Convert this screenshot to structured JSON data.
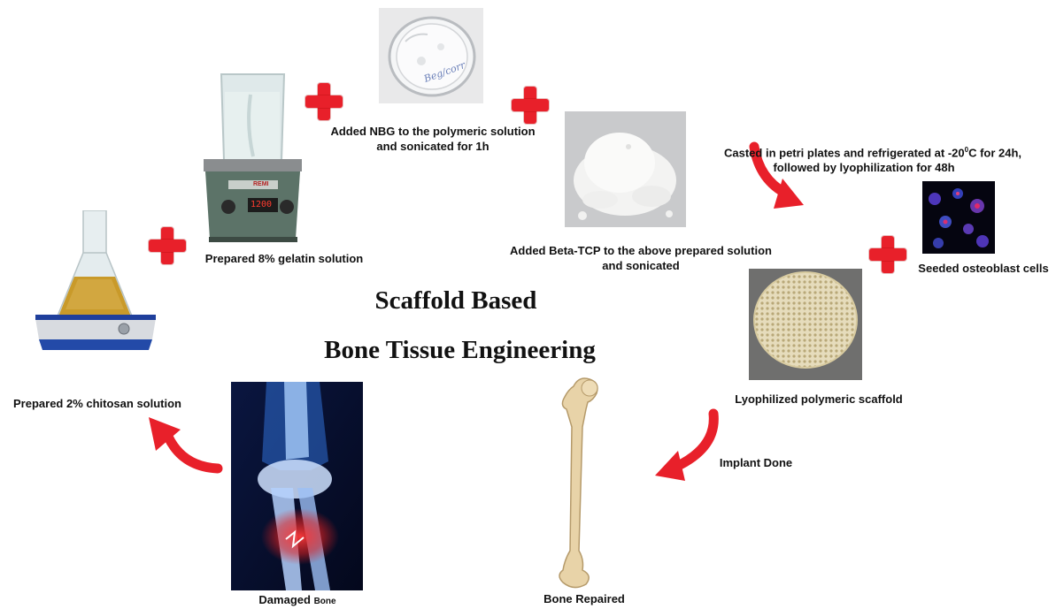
{
  "title": {
    "line1": "Scaffold Based",
    "line2": "Bone Tissue Engineering"
  },
  "steps": {
    "chitosan": "Prepared 2% chitosan solution",
    "gelatin": "Prepared 8% gelatin solution",
    "nbg_line1": "Added NBG to the polymeric solution",
    "nbg_line2": "and sonicated for 1h",
    "tcp_line1": "Added Beta-TCP to the above prepared solution",
    "tcp_line2": "and sonicated",
    "cast_line1": "Casted in petri plates and refrigerated at -20",
    "cast_sup": "0",
    "cast_line1_end": "C for 24h,",
    "cast_line2": "followed by lyophilization for 48h",
    "osteoblast": "Seeded osteoblast cells",
    "scaffold": "Lyophilized polymeric scaffold",
    "implant": "Implant Done",
    "repaired": "Bone Repaired",
    "damaged": "Damaged",
    "damaged_small": "Bone"
  },
  "petri_label": "Beg/corr",
  "hotplate_display": "1200",
  "hotplate_brand": "REMI",
  "colors": {
    "arrow_red": "#e8202a",
    "xray_blue": "#2f6fd6",
    "bone_beige": "#e8d3a8",
    "liquid_amber": "#c99a2a"
  }
}
